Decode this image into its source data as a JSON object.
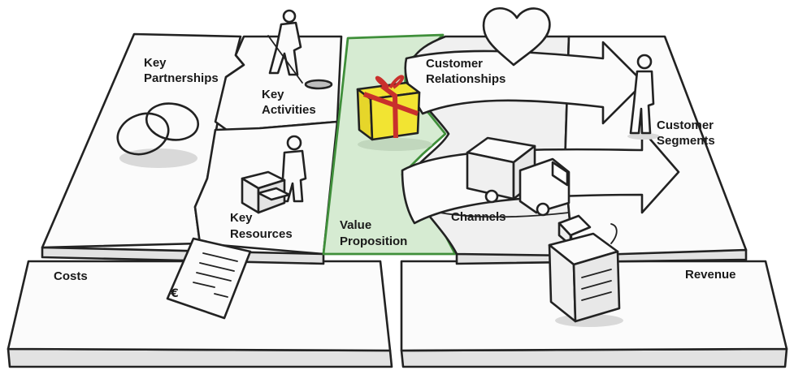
{
  "blocks": {
    "key_partnerships": {
      "line1": "Key",
      "line2": "Partnerships"
    },
    "key_activities": {
      "line1": "Key",
      "line2": "Activities"
    },
    "key_resources": {
      "line1": "Key",
      "line2": "Resources"
    },
    "value_proposition": {
      "line1": "Value",
      "line2": "Proposition"
    },
    "customer_relationships": {
      "line1": "Customer",
      "line2": "Relationships"
    },
    "channels": {
      "line1": "Channels"
    },
    "customer_segments": {
      "line1": "Customer",
      "line2": "Segments"
    },
    "costs": {
      "line1": "Costs"
    },
    "revenue": {
      "line1": "Revenue"
    }
  },
  "colors": {
    "highlight_fill": "#d6ebd2",
    "highlight_stroke": "#3f8f3a",
    "gift_yellow": "#f2e432",
    "gift_ribbon": "#c9302c",
    "paper": "#fbfbfb",
    "shadow": "#d9d9d9"
  },
  "icons": [
    "rings-icon",
    "worker-icon",
    "person-with-boxes-icon",
    "gift-icon",
    "heart-icon",
    "truck-icon",
    "person-icon",
    "cash-register-icon",
    "invoice-icon"
  ]
}
